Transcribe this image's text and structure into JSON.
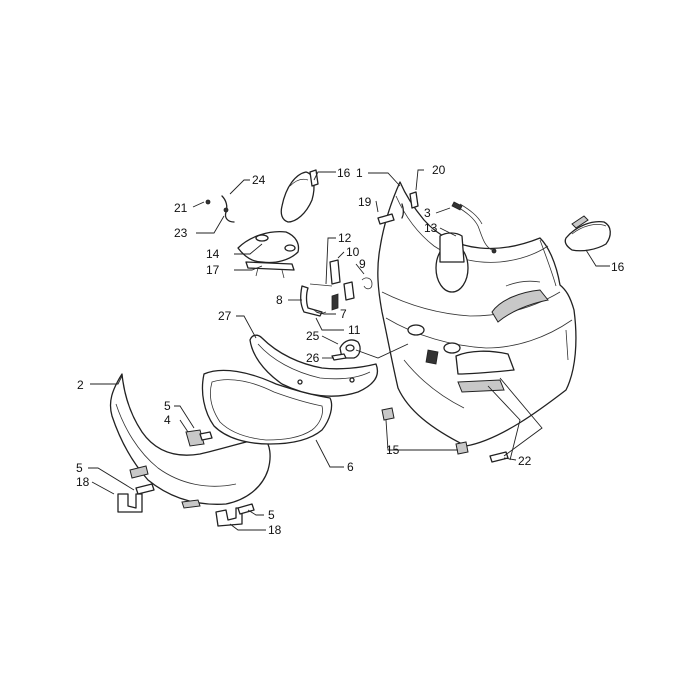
{
  "callouts": [
    {
      "id": "c1",
      "text": "1"
    },
    {
      "id": "c2",
      "text": "2"
    },
    {
      "id": "c3",
      "text": "3"
    },
    {
      "id": "c4",
      "text": "4"
    },
    {
      "id": "c5a",
      "text": "5"
    },
    {
      "id": "c5b",
      "text": "5"
    },
    {
      "id": "c5c",
      "text": "5"
    },
    {
      "id": "c6",
      "text": "6"
    },
    {
      "id": "c7",
      "text": "7"
    },
    {
      "id": "c8",
      "text": "8"
    },
    {
      "id": "c9",
      "text": "9"
    },
    {
      "id": "c10",
      "text": "10"
    },
    {
      "id": "c11",
      "text": "11"
    },
    {
      "id": "c12",
      "text": "12"
    },
    {
      "id": "c13",
      "text": "13"
    },
    {
      "id": "c14",
      "text": "14"
    },
    {
      "id": "c15",
      "text": "15"
    },
    {
      "id": "c16a",
      "text": "16"
    },
    {
      "id": "c16b",
      "text": "16"
    },
    {
      "id": "c17",
      "text": "17"
    },
    {
      "id": "c18a",
      "text": "18"
    },
    {
      "id": "c18b",
      "text": "18"
    },
    {
      "id": "c19",
      "text": "19"
    },
    {
      "id": "c20",
      "text": "20"
    },
    {
      "id": "c21",
      "text": "21"
    },
    {
      "id": "c22",
      "text": "22"
    },
    {
      "id": "c23",
      "text": "23"
    },
    {
      "id": "c24",
      "text": "24"
    },
    {
      "id": "c25",
      "text": "25"
    },
    {
      "id": "c26",
      "text": "26"
    },
    {
      "id": "c27",
      "text": "27"
    }
  ]
}
